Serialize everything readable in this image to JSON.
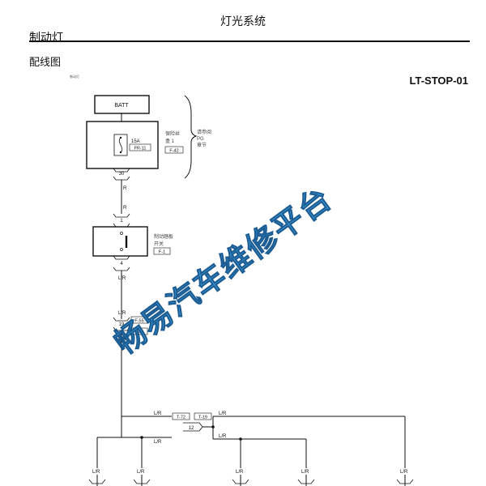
{
  "header": {
    "title": "灯光系统",
    "section": "制动灯",
    "subtitle": "配线图",
    "code": "LT-STOP-01",
    "tiny_note": "制动灯"
  },
  "diagram": {
    "batt": "BATT",
    "fuse_box": {
      "fuse_rating": "15A",
      "fuse_tag": "FR-11",
      "conn": "F-42",
      "name_line1": "保险丝",
      "name_line2": "盒 1",
      "pin": "30"
    },
    "brace_note": {
      "line1": "请参阅",
      "line2": "PG",
      "line3": "章节"
    },
    "wire_r1": "R",
    "wire_r2": "R",
    "switch": {
      "pin_top": "1",
      "pin_bottom": "4",
      "name_line1": "制动踏板",
      "name_line2": "开关",
      "conn": "F-1"
    },
    "wire_lr1": "L/R",
    "wire_lr2": "L/R",
    "joint19": {
      "pin": "19",
      "conn_top": "F-55",
      "conn_bottom": "L-43"
    },
    "wire_lr3": "L/R",
    "junction": {
      "wire_left": "L/R",
      "conn_a": "T-72",
      "conn_b": "T-19",
      "wire_right": "L/R",
      "pin": "12",
      "wire_lower_left": "L/R",
      "wire_lower_right": "L/R"
    },
    "bottom_wires": [
      "L/R",
      "L/R",
      "L/R",
      "L/R",
      "L/R"
    ]
  },
  "watermark": "畅易汽车维修平台"
}
